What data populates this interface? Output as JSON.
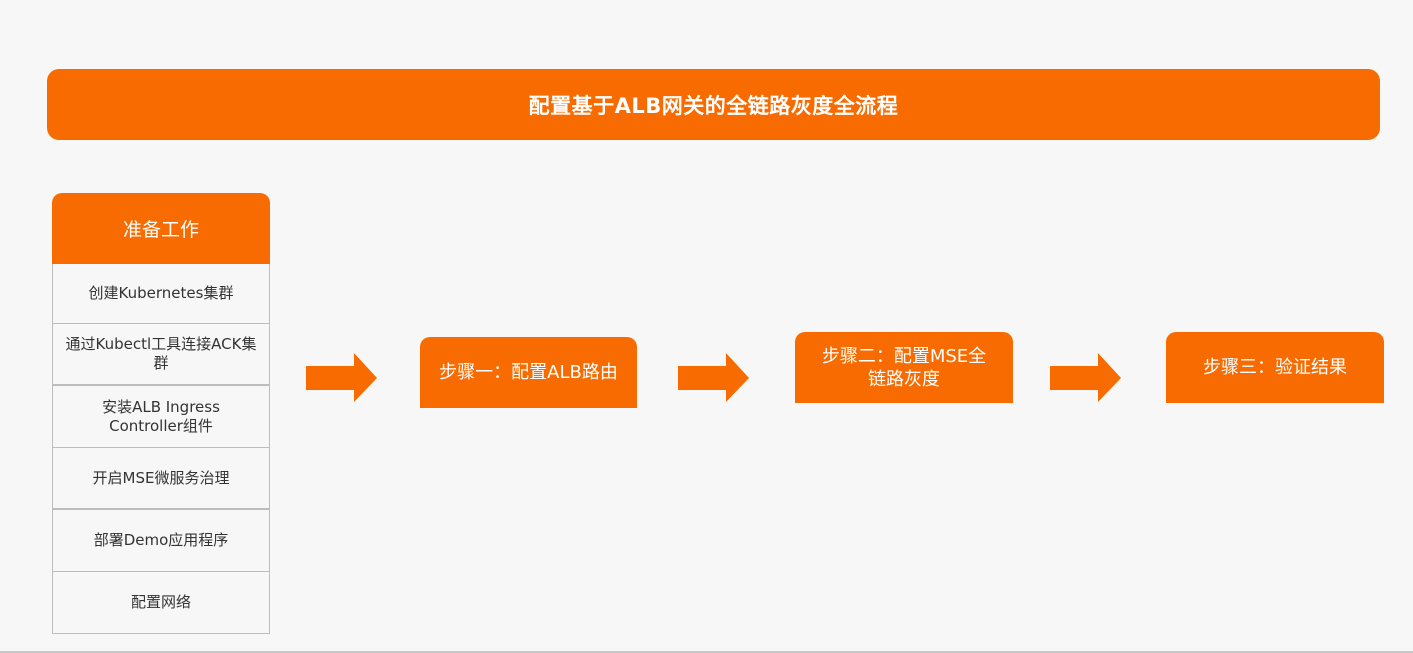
{
  "title": "配置基于ALB网关的全链路灰度全流程",
  "colors": {
    "accent": "#f76b00",
    "background": "#f7f7f7",
    "border": "#bdbdbd",
    "text_dark": "#333333",
    "text_light": "#ffffff"
  },
  "preparation": {
    "header": "准备工作",
    "items": [
      {
        "label": "创建Kubernetes集群"
      },
      {
        "label": "通过Kubectl工具连接ACK集群"
      },
      {
        "label": "安装ALB Ingress Controller组件"
      },
      {
        "label": "开启MSE微服务治理"
      },
      {
        "label": "部署Demo应用程序"
      },
      {
        "label": "配置网络"
      }
    ]
  },
  "steps": [
    {
      "label": "步骤一：配置ALB路由"
    },
    {
      "label": "步骤二：配置MSE全链路灰度"
    },
    {
      "label": "步骤三：验证结果"
    }
  ],
  "arrows": [
    {
      "icon": "arrow-right-icon"
    },
    {
      "icon": "arrow-right-icon"
    },
    {
      "icon": "arrow-right-icon"
    }
  ]
}
